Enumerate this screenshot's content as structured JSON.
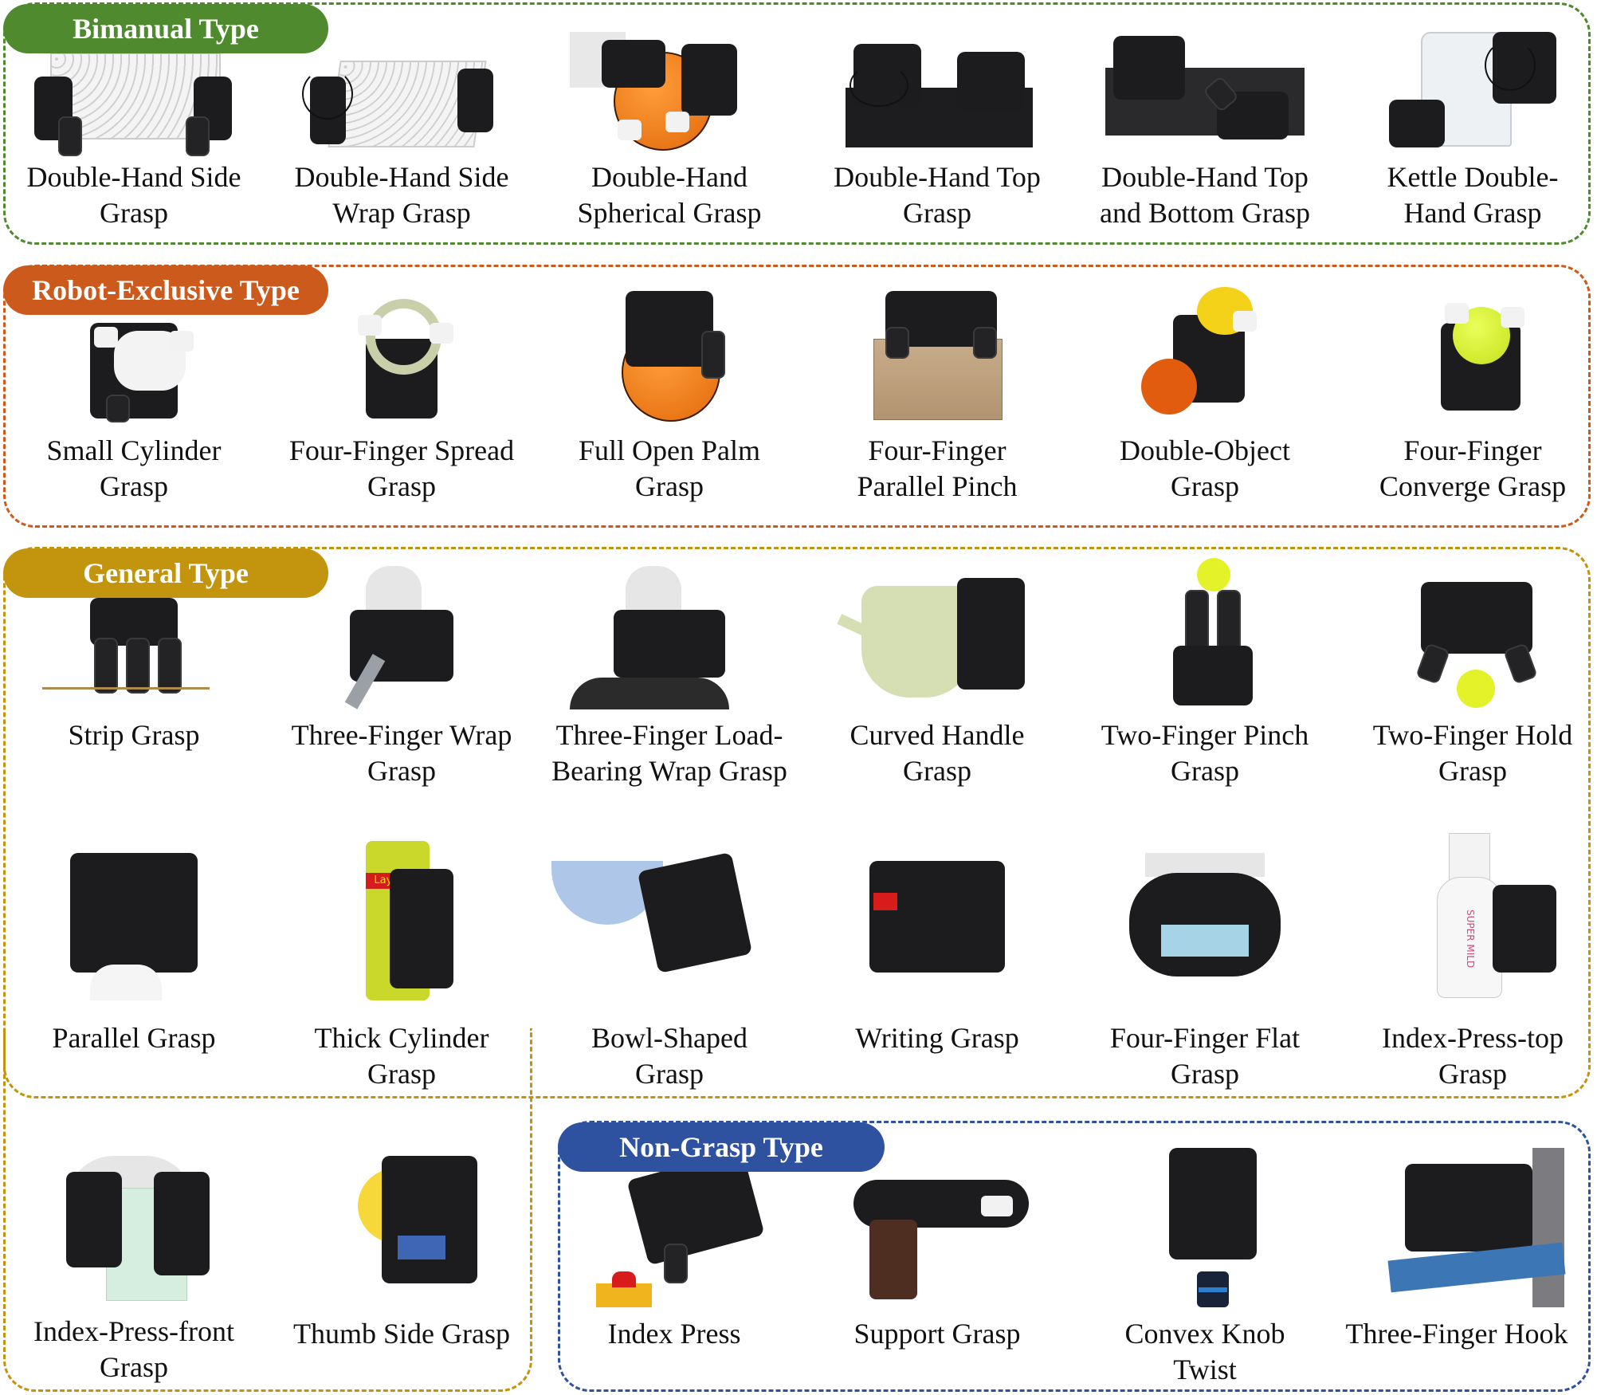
{
  "groups": {
    "bimanual": {
      "title": "Bimanual Type",
      "color": "#4f8a2e"
    },
    "robot_exclusive": {
      "title": "Robot-Exclusive Type",
      "color": "#cc5a1d"
    },
    "general": {
      "title": "General Type",
      "color": "#c3940d"
    },
    "non_grasp": {
      "title": "Non-Grasp Type",
      "color": "#2f52a0"
    }
  },
  "bimanual": [
    {
      "label1": "Double-Hand Side",
      "label2": "Grasp",
      "object": "white-basket"
    },
    {
      "label1": "Double-Hand Side",
      "label2": "Wrap Grasp",
      "object": "white-basket"
    },
    {
      "label1": "Double-Hand",
      "label2": "Spherical Grasp",
      "object": "basketball"
    },
    {
      "label1": "Double-Hand Top",
      "label2": "Grasp",
      "object": "black-box"
    },
    {
      "label1": "Double-Hand Top",
      "label2": "and Bottom Grasp",
      "object": "black-box"
    },
    {
      "label1": "Kettle Double-",
      "label2": "Hand Grasp",
      "object": "kettle"
    }
  ],
  "robot_exclusive": [
    {
      "label1": "Small Cylinder",
      "label2": "Grasp",
      "object": "white-cylinder"
    },
    {
      "label1": "Four-Finger Spread",
      "label2": "Grasp",
      "object": "tape-roll"
    },
    {
      "label1": "Full Open Palm",
      "label2": "Grasp",
      "object": "basketball"
    },
    {
      "label1": "Four-Finger",
      "label2": "Parallel Pinch",
      "object": "cardboard-box"
    },
    {
      "label1": "Double-Object",
      "label2": "Grasp",
      "object": "fruits"
    },
    {
      "label1": "Four-Finger",
      "label2": "Converge Grasp",
      "object": "tennis-ball"
    }
  ],
  "general": [
    {
      "label1": "Strip Grasp",
      "label2": "",
      "object": "stick"
    },
    {
      "label1": "Three-Finger Wrap",
      "label2": "Grasp",
      "object": "rod"
    },
    {
      "label1": "Three-Finger Load-",
      "label2": "Bearing Wrap Grasp",
      "object": "pot"
    },
    {
      "label1": "Curved Handle",
      "label2": "Grasp",
      "object": "watering-can"
    },
    {
      "label1": "Two-Finger Pinch",
      "label2": "Grasp",
      "object": "tennis-ball"
    },
    {
      "label1": "Two-Finger Hold",
      "label2": "Grasp",
      "object": "tennis-ball"
    },
    {
      "label1": "Parallel Grasp",
      "label2": "",
      "object": "white-block"
    },
    {
      "label1": "Thick Cylinder",
      "label2": "Grasp",
      "object": "chips-can",
      "can_text": "Lay's乐事"
    },
    {
      "label1": "Bowl-Shaped",
      "label2": "Grasp",
      "object": "bowl"
    },
    {
      "label1": "Writing Grasp",
      "label2": "",
      "object": "marker"
    },
    {
      "label1": "Four-Finger Flat",
      "label2": "Grasp",
      "object": "sponge"
    },
    {
      "label1": "Index-Press-top",
      "label2": "Grasp",
      "object": "spray-bottle",
      "bottle_text": "SUPER MILD"
    },
    {
      "label1": "Index-Press-front",
      "label2": "Grasp",
      "object": "green-bottle"
    },
    {
      "label1": "Thumb Side Grasp",
      "label2": "",
      "object": "yellow-fruit"
    }
  ],
  "non_grasp": [
    {
      "label1": "Index Press",
      "label2": "",
      "object": "red-button"
    },
    {
      "label1": "Support Grasp",
      "label2": "",
      "object": "strap"
    },
    {
      "label1": "Convex Knob",
      "label2": "Twist",
      "object": "knob"
    },
    {
      "label1": "Three-Finger Hook",
      "label2": "",
      "object": "blue-bar"
    }
  ]
}
